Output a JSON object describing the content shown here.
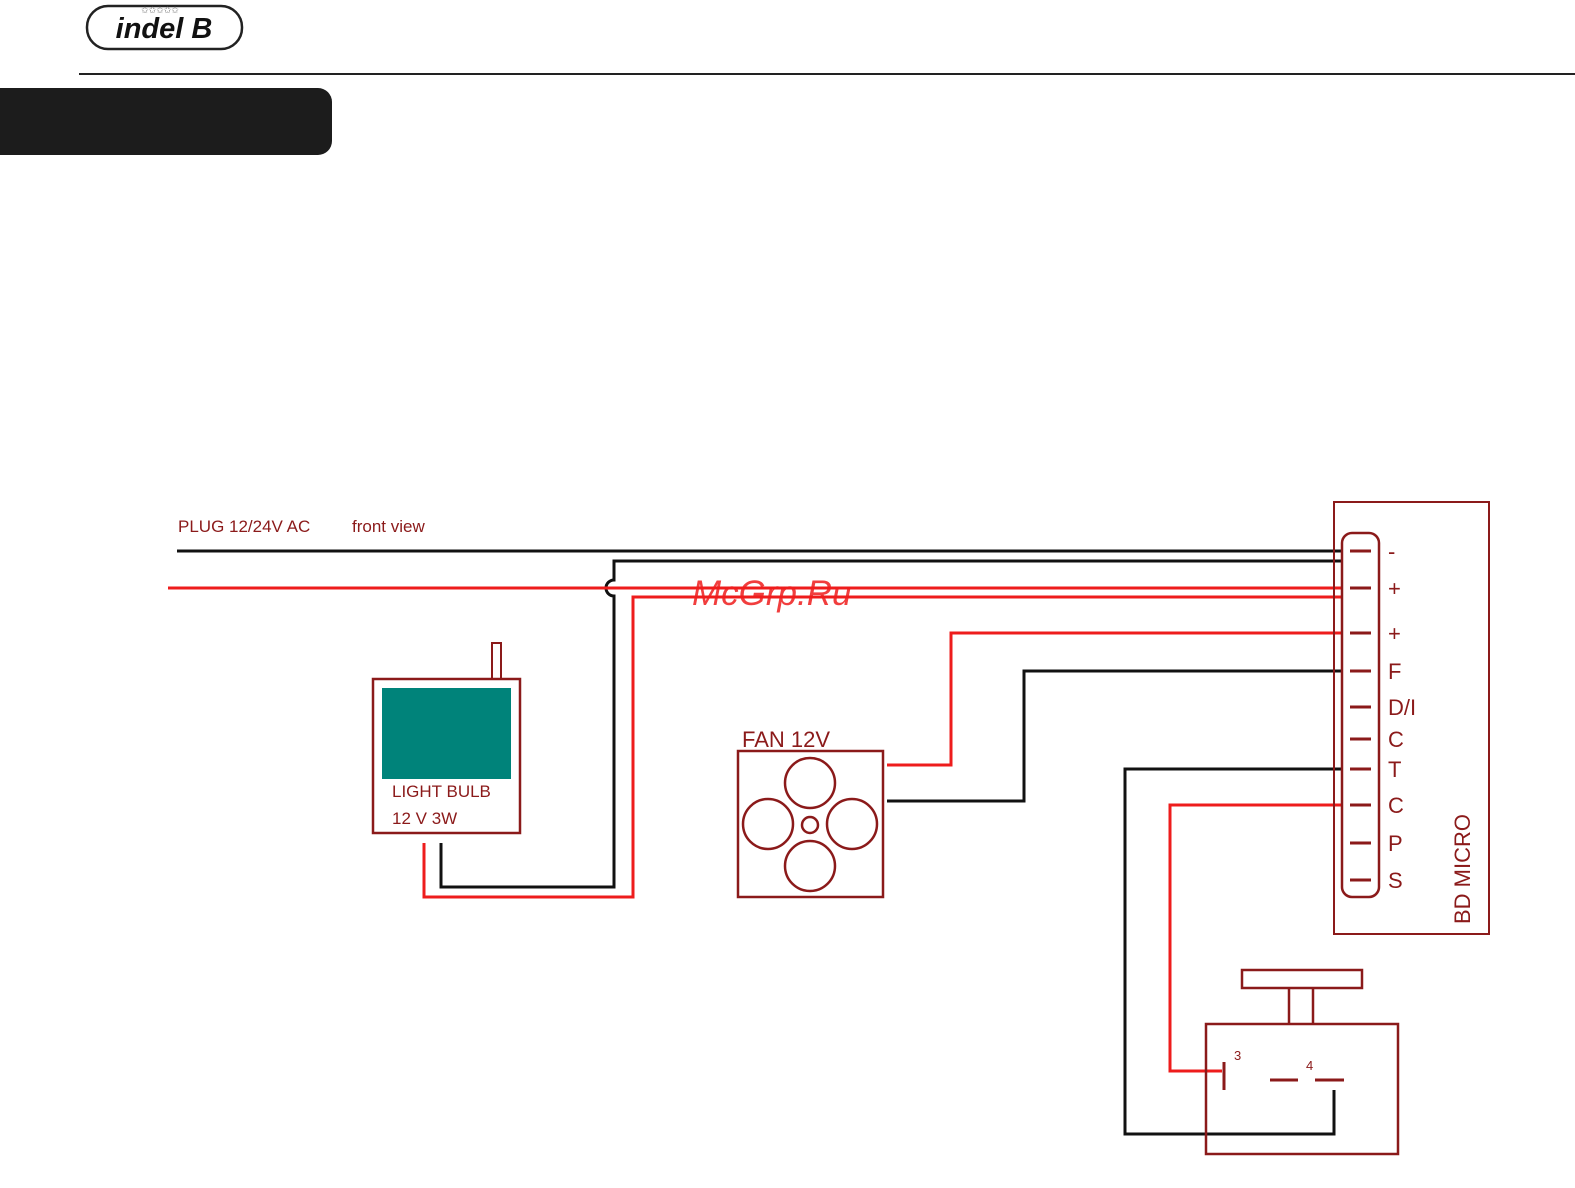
{
  "logo": {
    "text": "indel B"
  },
  "plug": {
    "label": "PLUG 12/24V AC",
    "view": "front view"
  },
  "light_bulb": {
    "line1": "LIGHT BULB",
    "line2": "12 V 3W"
  },
  "fan": {
    "label": "FAN 12V"
  },
  "controller": {
    "name": "BD MICRO",
    "pins": [
      "-",
      "+",
      "+",
      "F",
      "D/I",
      "C",
      "T",
      "C",
      "P",
      "S"
    ]
  },
  "thermostat": {
    "contact_a": "3",
    "contact_b": "4"
  },
  "watermark": {
    "text": "McGrp.Ru"
  },
  "colors": {
    "wire_red": "#ee1c1c",
    "wire_black": "#111111",
    "component": "#8b1a1a",
    "bulb_fill": "#00837a",
    "header_bar": "#1c1c1c"
  }
}
